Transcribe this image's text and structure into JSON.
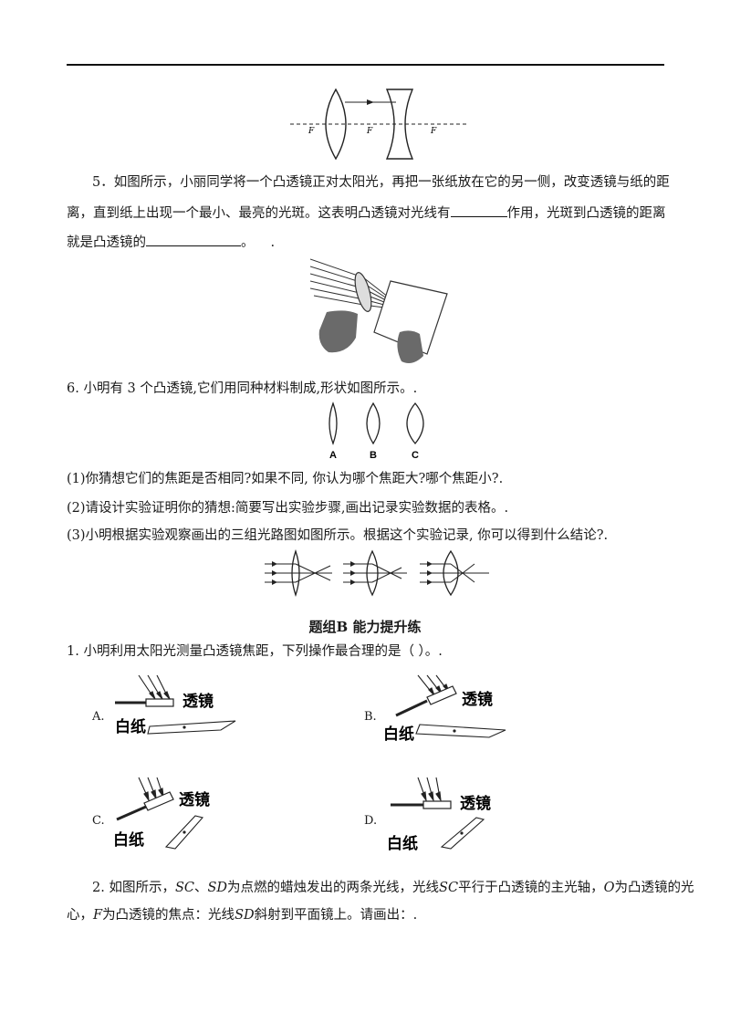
{
  "q5": {
    "line1": "5．如图所示，小丽同学将一个凸透镜正对太阳光，再把一张纸放在它的另一侧，改变透镜与纸的距",
    "line2_a": "离，直到纸上出现一个最小、最亮的光斑。这表明凸透镜对光线有",
    "line2_b": "作用，光斑到凸透镜的距离",
    "line3_a": "就是凸透镜的",
    "line3_b": "。",
    "line3_c": "."
  },
  "fig_top": {
    "f_label": "F"
  },
  "q6": {
    "stem": "6. 小明有 3 个凸透镜,它们用同种材料制成,形状如图所示。.",
    "lens_labels": [
      "A",
      "B",
      "C"
    ],
    "sub1": "(1)你猜想它们的焦距是否相同?如果不同, 你认为哪个焦距大?哪个焦距小?.",
    "sub2": "(2)请设计实验证明你的猜想:简要写出实验步骤,画出记录实验数据的表格。.",
    "sub3": "(3)小明根据实验观察画出的三组光路图如图所示。根据这个实验记录, 你可以得到什么结论?."
  },
  "section_b": {
    "title": "题组B   能力提升练"
  },
  "b1": {
    "stem": "1. 小明利用太阳光测量凸透镜焦距，下列操作最合理的是（    ）。.",
    "options": [
      "A.",
      "B.",
      "C.",
      "D."
    ],
    "lens_text": "透镜",
    "paper_text": "白纸"
  },
  "b2": {
    "line1_a": "2. 如图所示，",
    "sc": "SC",
    "line1_b": "、",
    "sd": "SD",
    "line1_c": "为点燃的蜡烛发出的两条光线，光线",
    "sc2": "SC",
    "line1_d": "平行于凸透镜的主光轴，",
    "o": "O",
    "line1_e": "为凸透镜的光",
    "line2_a": "心，",
    "f": "F",
    "line2_b": "为凸透镜的焦点：光线",
    "sd2": "SD",
    "line2_c": "斜射到平面镜上。请画出：."
  }
}
